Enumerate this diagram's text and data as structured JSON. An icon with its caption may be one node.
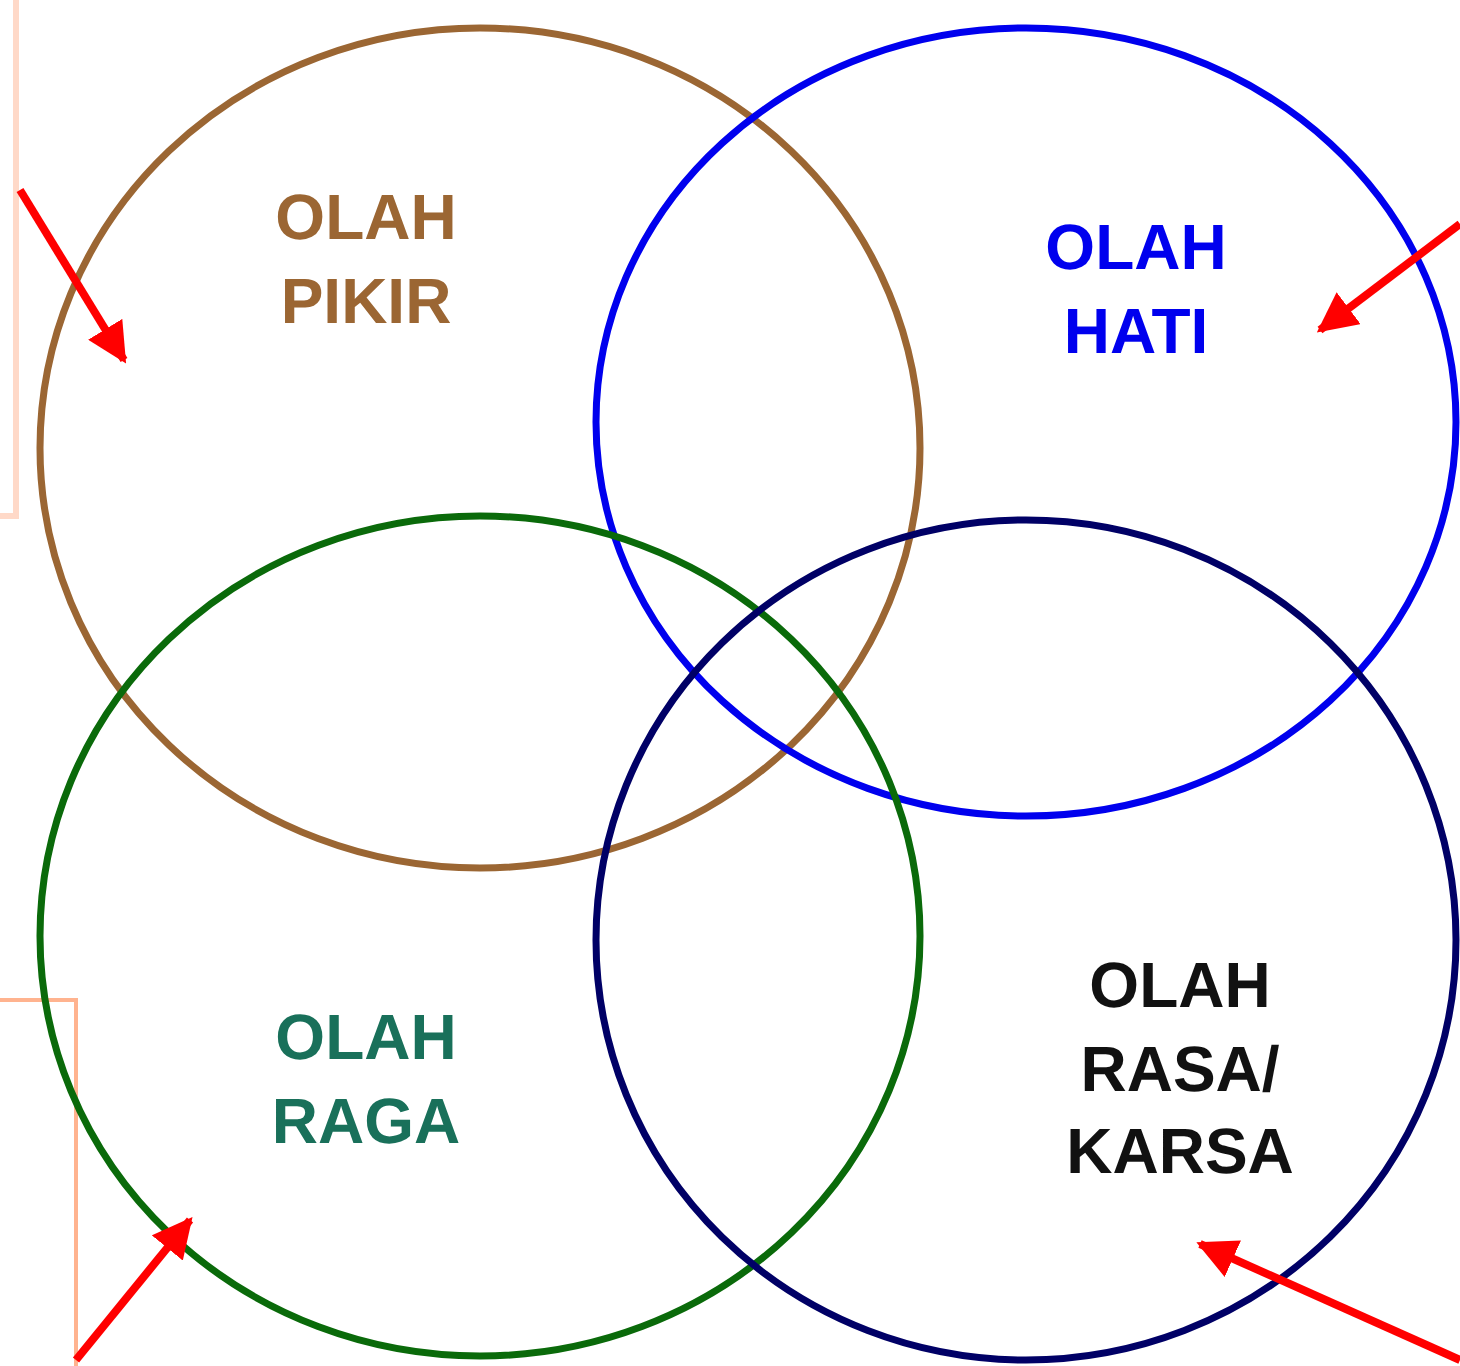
{
  "diagram": {
    "nodes": [
      {
        "text": [
          "OLAH PIKIR"
        ]
      },
      {
        "text": [
          "OLAH HATI"
        ]
      },
      {
        "text": [
          "OLAH RAGA"
        ]
      },
      {
        "text": [
          "OLAH RASA/ KARSA"
        ]
      }
    ],
    "edges": [
      {
        "from": null,
        "to": 0,
        "arrow": "to"
      },
      {
        "from": null,
        "to": 1,
        "arrow": "to"
      },
      {
        "from": null,
        "to": 2,
        "arrow": "to"
      },
      {
        "from": null,
        "to": 3,
        "arrow": "to"
      }
    ]
  }
}
